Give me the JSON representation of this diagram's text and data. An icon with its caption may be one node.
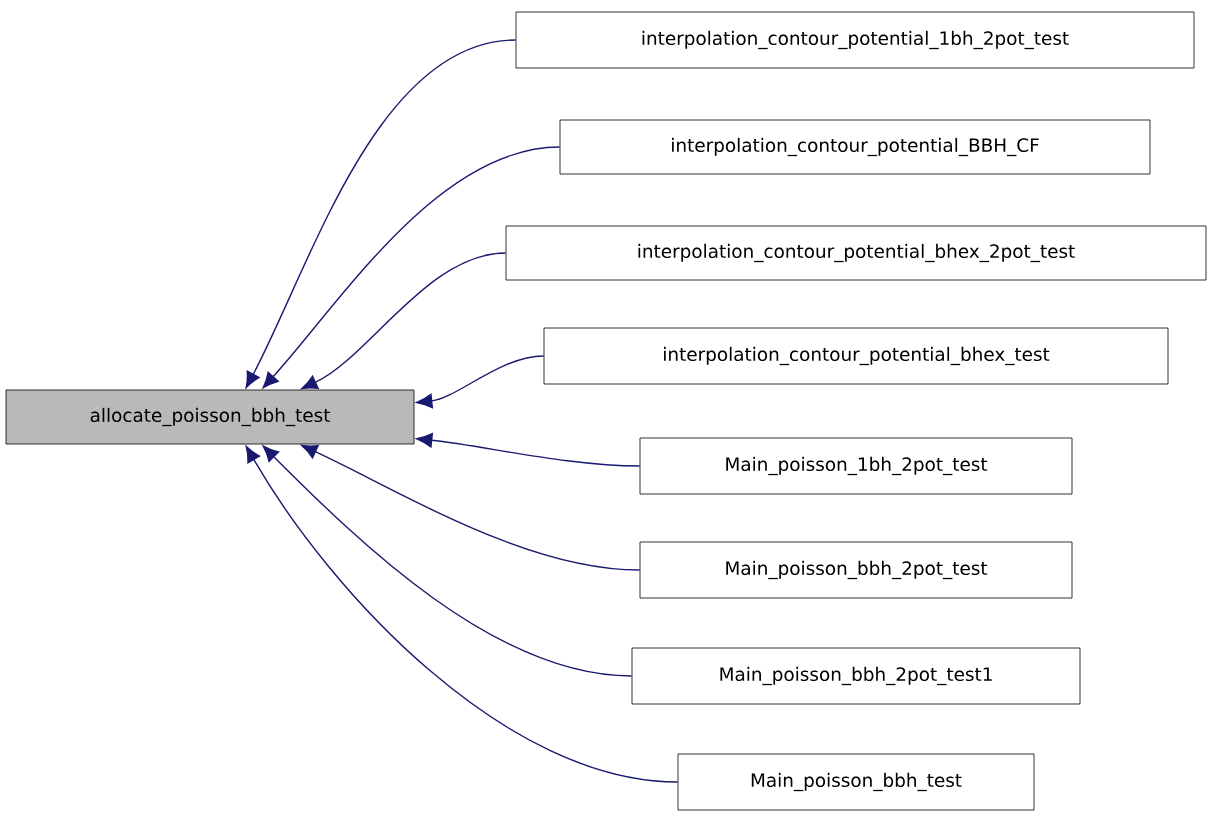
{
  "diagram": {
    "nodes": [
      {
        "text": [
          "allocate_poisson_bbh_test"
        ]
      },
      {
        "text": [
          "interpolation_contour_potential_1bh_2pot_test"
        ]
      },
      {
        "text": [
          "interpolation_contour_potential_BBH_CF"
        ]
      },
      {
        "text": [
          "interpolation_contour_potential_bhex_2pot_test"
        ]
      },
      {
        "text": [
          "interpolation_contour_potential_bhex_test"
        ]
      },
      {
        "text": [
          "Main_poisson_1bh_2pot_test"
        ]
      },
      {
        "text": [
          "Main_poisson_bbh_2pot_test"
        ]
      },
      {
        "text": [
          "Main_poisson_bbh_2pot_test1"
        ]
      },
      {
        "text": [
          "Main_poisson_bbh_test"
        ]
      }
    ],
    "edges": [
      {
        "from": 1,
        "to": 0,
        "arrow": "to",
        "color": "#191970"
      },
      {
        "from": 2,
        "to": 0,
        "arrow": "to",
        "color": "#191970"
      },
      {
        "from": 3,
        "to": 0,
        "arrow": "to",
        "color": "#191970"
      },
      {
        "from": 4,
        "to": 0,
        "arrow": "to",
        "color": "#191970"
      },
      {
        "from": 5,
        "to": 0,
        "arrow": "to",
        "color": "#191970"
      },
      {
        "from": 6,
        "to": 0,
        "arrow": "to",
        "color": "#191970"
      },
      {
        "from": 7,
        "to": 0,
        "arrow": "to",
        "color": "#191970"
      },
      {
        "from": 8,
        "to": 0,
        "arrow": "to",
        "color": "#191970"
      }
    ]
  }
}
